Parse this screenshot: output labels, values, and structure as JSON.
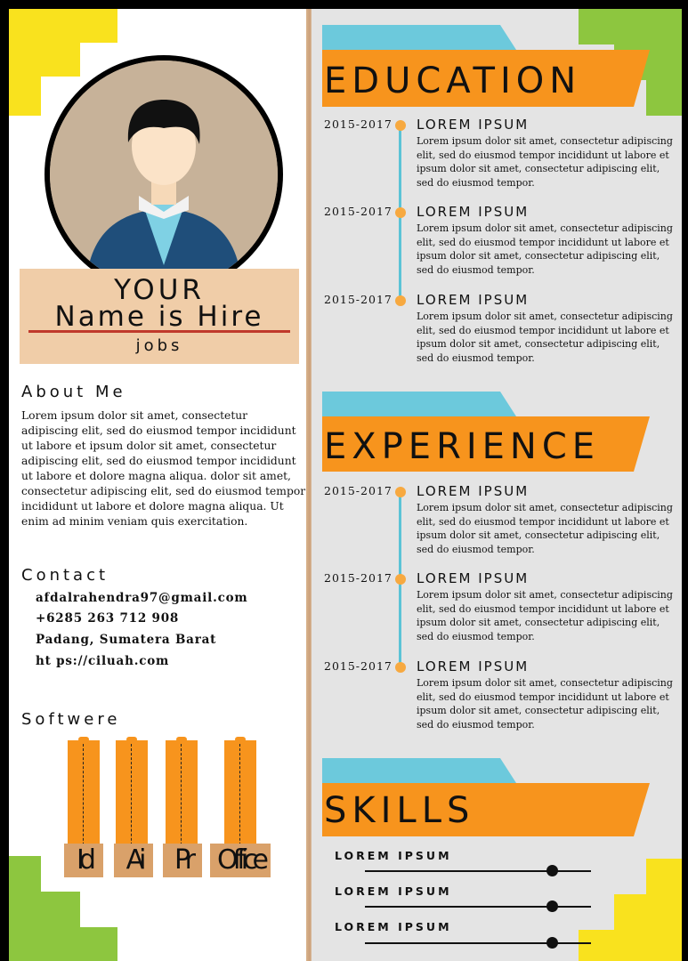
{
  "profile": {
    "name_line1": "YOUR",
    "name_line2": "Name is Hire",
    "subtitle": "jobs"
  },
  "about": {
    "heading": "About Me",
    "text": "Lorem ipsum dolor sit amet, consectetur adipiscing elit, sed do eiusmod tempor incididunt ut labore et ipsum dolor sit amet, consectetur adipiscing elit, sed do eiusmod tempor incididunt ut labore et dolore magna aliqua. dolor sit amet, consectetur adipiscing elit, sed do eiusmod tempor incididunt ut labore et dolore magna aliqua. Ut enim ad minim veniam quis exercitation."
  },
  "contact": {
    "heading": "Contact",
    "email": "afdalrahendra97@gmail.com",
    "phone": "+6285 263 712 908",
    "address": "Padang, Sumatera Barat",
    "website": "ht ps://ciluah.com"
  },
  "software": {
    "heading": "Softwere",
    "items": [
      {
        "label": "Id"
      },
      {
        "label": "Ai"
      },
      {
        "label": "Pr"
      },
      {
        "label": "Office"
      }
    ]
  },
  "education": {
    "heading": "EDUCATION",
    "entries": [
      {
        "year": "2015-2017",
        "title": "LOREM IPSUM",
        "text": "Lorem ipsum dolor sit amet, consectetur adipiscing elit, sed do eiusmod tempor incididunt ut labore et ipsum dolor sit amet, consectetur adipiscing elit, sed do eiusmod tempor."
      },
      {
        "year": "2015-2017",
        "title": "LOREM IPSUM",
        "text": "Lorem ipsum dolor sit amet, consectetur adipiscing elit, sed do eiusmod tempor incididunt ut labore et ipsum dolor sit amet, consectetur adipiscing elit, sed do eiusmod tempor."
      },
      {
        "year": "2015-2017",
        "title": "LOREM IPSUM",
        "text": "Lorem ipsum dolor sit amet, consectetur adipiscing elit, sed do eiusmod tempor incididunt ut labore et ipsum dolor sit amet, consectetur adipiscing elit, sed do eiusmod tempor."
      }
    ]
  },
  "experience": {
    "heading": "EXPERIENCE",
    "entries": [
      {
        "year": "2015-2017",
        "title": "LOREM IPSUM",
        "text": "Lorem ipsum dolor sit amet, consectetur adipiscing elit, sed do eiusmod tempor incididunt ut labore et ipsum dolor sit amet, consectetur adipiscing elit, sed do eiusmod tempor."
      },
      {
        "year": "2015-2017",
        "title": "LOREM IPSUM",
        "text": "Lorem ipsum dolor sit amet, consectetur adipiscing elit, sed do eiusmod tempor incididunt ut labore et ipsum dolor sit amet, consectetur adipiscing elit, sed do eiusmod tempor."
      },
      {
        "year": "2015-2017",
        "title": "LOREM IPSUM",
        "text": "Lorem ipsum dolor sit amet, consectetur adipiscing elit, sed do eiusmod tempor incididunt ut labore et ipsum dolor sit amet, consectetur adipiscing elit, sed do eiusmod tempor."
      }
    ]
  },
  "skills": {
    "heading": "SKILLS",
    "items": [
      {
        "label": "LOREM IPSUM",
        "level": 0.83
      },
      {
        "label": "LOREM IPSUM",
        "level": 0.83
      },
      {
        "label": "LOREM IPSUM",
        "level": 0.83
      }
    ]
  },
  "colors": {
    "orange": "#f7941d",
    "cyan": "#6cc9dc",
    "green": "#8dc63f",
    "yellow": "#f9e21e",
    "panel": "#e4e4e4",
    "name_box": "#f0cda8"
  }
}
